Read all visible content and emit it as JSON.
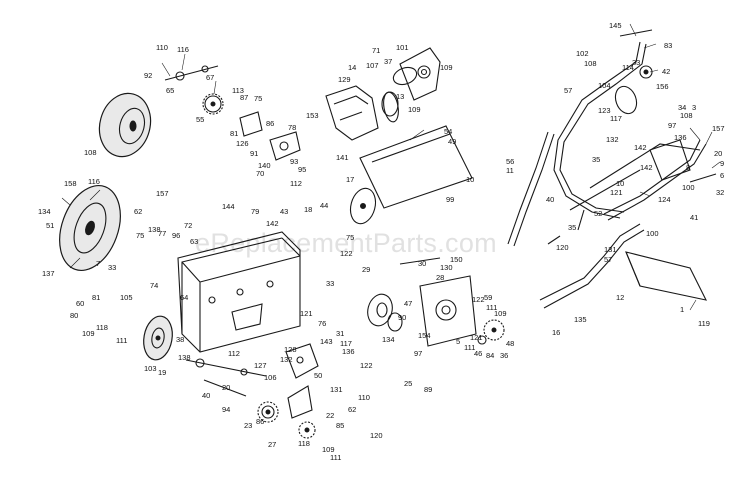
{
  "watermark": "eReplacementParts.com",
  "callouts": [
    "145",
    "83",
    "102",
    "108",
    "42",
    "104",
    "114",
    "33",
    "156",
    "123",
    "117",
    "136",
    "97",
    "3",
    "157",
    "34",
    "108",
    "142",
    "132",
    "35",
    "121",
    "142",
    "32",
    "100",
    "41",
    "124",
    "100",
    "8",
    "20",
    "9",
    "6",
    "1",
    "56",
    "11",
    "57",
    "40",
    "35",
    "52",
    "120",
    "131",
    "57",
    "12",
    "135",
    "119",
    "16",
    "110",
    "116",
    "92",
    "65",
    "67",
    "113",
    "87",
    "75",
    "55",
    "81",
    "126",
    "86",
    "78",
    "153",
    "140",
    "93",
    "91",
    "70",
    "95",
    "71",
    "101",
    "14",
    "107",
    "129",
    "37",
    "109",
    "13",
    "109",
    "141",
    "54",
    "10",
    "99",
    "108",
    "158",
    "116",
    "134",
    "51",
    "137",
    "157",
    "62",
    "144",
    "79",
    "75",
    "96",
    "138",
    "77",
    "72",
    "63",
    "138",
    "112",
    "43",
    "142",
    "44",
    "17",
    "18",
    "75",
    "122",
    "30",
    "130",
    "28",
    "150",
    "29",
    "33",
    "74",
    "105",
    "81",
    "60",
    "80",
    "109",
    "118",
    "111",
    "103",
    "19",
    "38",
    "112",
    "127",
    "106",
    "111",
    "5",
    "84",
    "46",
    "48",
    "36",
    "121",
    "122",
    "59",
    "111",
    "109",
    "97",
    "154",
    "134",
    "47",
    "90",
    "33",
    "31",
    "76",
    "143",
    "128",
    "132",
    "136",
    "122",
    "50",
    "62",
    "120",
    "25",
    "89",
    "117",
    "131",
    "27",
    "23",
    "86",
    "22",
    "85",
    "109",
    "111",
    "118",
    "20",
    "40",
    "94",
    "110",
    "7",
    "49",
    "10",
    "121",
    "64",
    "113"
  ]
}
